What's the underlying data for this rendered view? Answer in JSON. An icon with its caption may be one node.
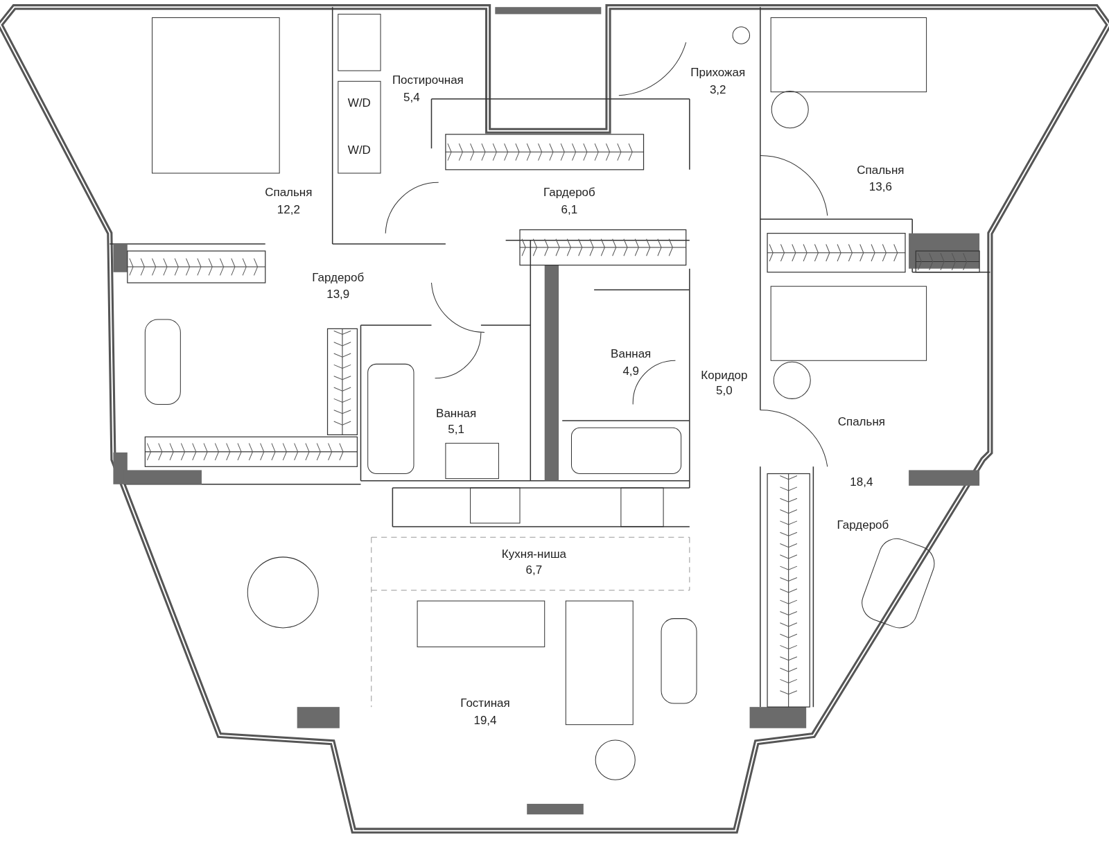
{
  "diagram": {
    "labels": [
      "Прихожая",
      "3,2",
      "Постирочная",
      "5,4",
      "W/D",
      "W/D",
      "Спальня",
      "13,6",
      "Спальня",
      "12,2",
      "Гардероб",
      "6,1",
      "Гардероб",
      "13,9",
      "Ванная",
      "4,9",
      "Коридор",
      "5,0",
      "Ванная",
      "5,1",
      "Спальня",
      "18,4",
      "Гардероб",
      "Кухня-ниша",
      "6,7",
      "Гостиная",
      "19,4"
    ]
  }
}
